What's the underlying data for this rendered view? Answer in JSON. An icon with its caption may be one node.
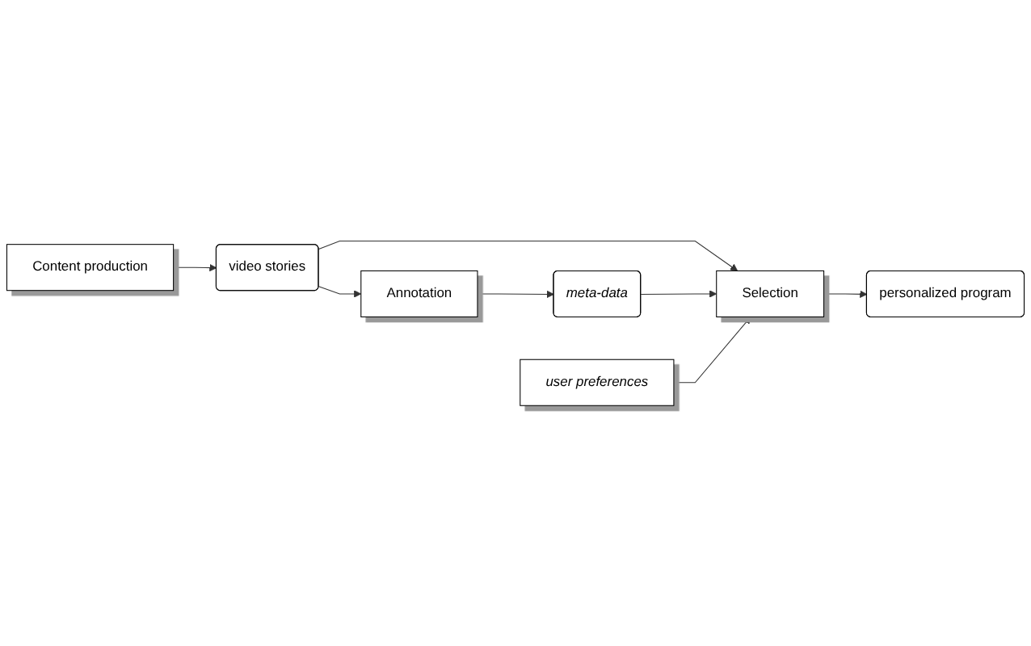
{
  "diagram": {
    "nodes": [
      {
        "text": [
          "Content production"
        ]
      },
      {
        "text": [
          "video stories"
        ]
      },
      {
        "text": [
          "Selection"
        ]
      },
      {
        "text": [
          "personalized program"
        ]
      },
      {
        "text": [
          "Annotation"
        ]
      },
      {
        "text": [
          "meta-data"
        ]
      },
      {
        "text": [
          "user preferences"
        ]
      }
    ],
    "edges": [
      {
        "from": 0,
        "to": 1,
        "arrow": "to"
      },
      {
        "from": 1,
        "to": 2,
        "arrow": "to"
      },
      {
        "from": 1,
        "to": 4,
        "arrow": "to"
      },
      {
        "from": 4,
        "to": 5,
        "arrow": "to"
      },
      {
        "from": 5,
        "to": 2,
        "arrow": "to"
      },
      {
        "from": 2,
        "to": 3,
        "arrow": "to"
      },
      {
        "from": 6,
        "to": 2,
        "arrow": "to"
      }
    ]
  }
}
